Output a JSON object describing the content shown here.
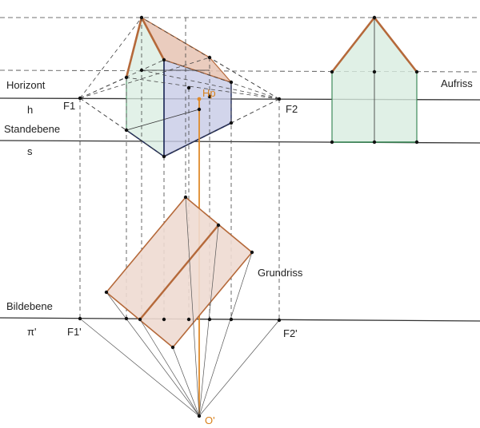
{
  "labels": {
    "horizont": "Horizont",
    "h": "h",
    "standebene": "Standebene",
    "s": "s",
    "f1": "F1",
    "f2": "F2",
    "hp": "Hp",
    "aufriss": "Aufriss",
    "grundriss": "Grundriss",
    "bildebene": "Bildebene",
    "pi": "π'",
    "f1p": "F1'",
    "f2p": "F2'",
    "op": "O'"
  },
  "colors": {
    "line": "#333333",
    "dashed": "#444444",
    "roof": "#b5693a",
    "orange": "#e08a2a",
    "blue_line": "#1f2a5a",
    "green_fill": "#d8ece0",
    "green_line": "#3e8a5a",
    "blue_fill": "#c7cbe6",
    "roof_fill": "#e6c3b3",
    "plan_fill": "#eedad2"
  }
}
